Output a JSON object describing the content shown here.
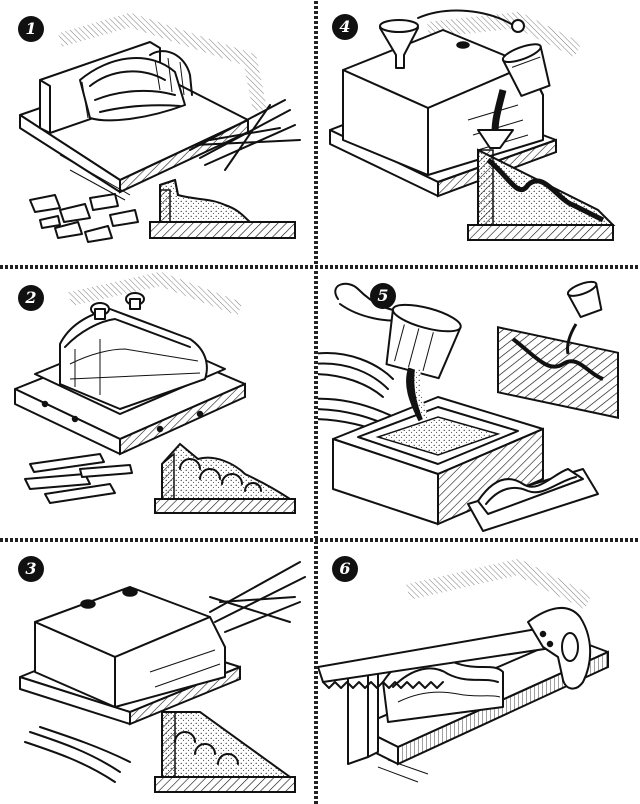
{
  "steps": [
    {
      "number": "1"
    },
    {
      "number": "2"
    },
    {
      "number": "3"
    },
    {
      "number": "4"
    },
    {
      "number": "5"
    },
    {
      "number": "6"
    }
  ]
}
